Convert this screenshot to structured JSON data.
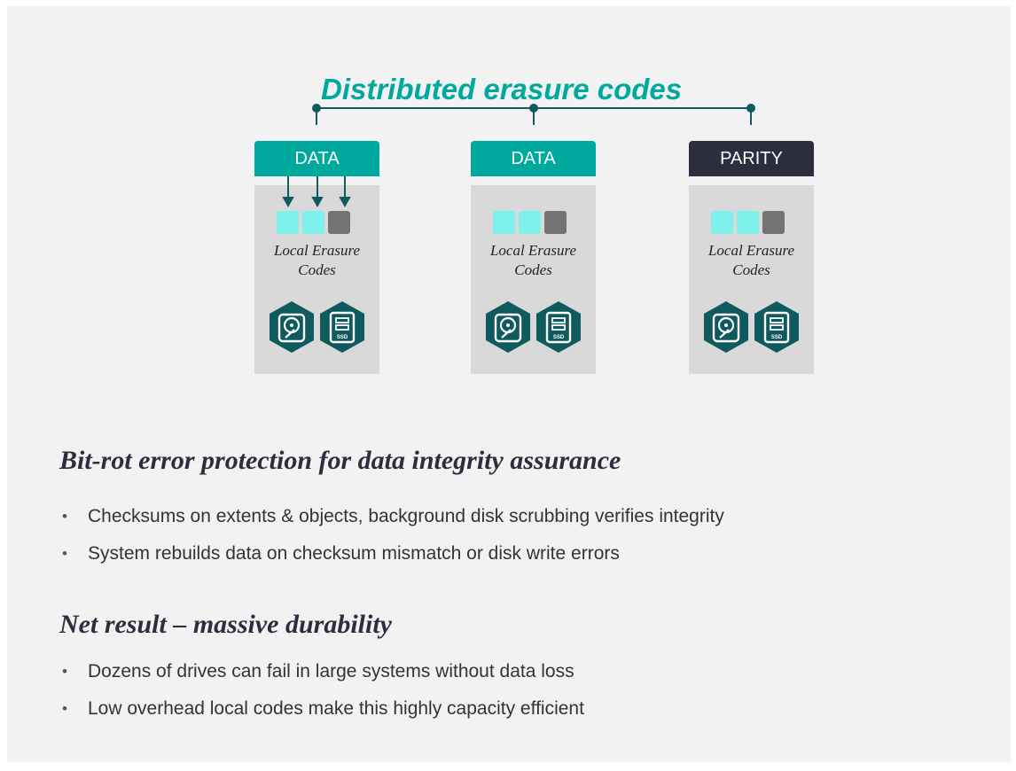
{
  "diagram": {
    "title": "Distributed erasure codes",
    "colors": {
      "accent": "#00a99d",
      "dark": "#2d2e3d",
      "data_chunk": "#7ff1ec",
      "parity_chunk": "#737373",
      "block_bg": "#d9d9d9"
    },
    "nodes": [
      {
        "label": "DATA",
        "kind": "data",
        "caption_line1": "Local Erasure",
        "caption_line2": "Codes",
        "chunks": [
          "data",
          "data",
          "parity"
        ],
        "arrows": true,
        "icons": [
          "hard-drive-icon",
          "ssd-icon"
        ],
        "ssd_text": "SSD"
      },
      {
        "label": "DATA",
        "kind": "data",
        "caption_line1": "Local Erasure",
        "caption_line2": "Codes",
        "chunks": [
          "data",
          "data",
          "parity"
        ],
        "arrows": false,
        "icons": [
          "hard-drive-icon",
          "ssd-icon"
        ],
        "ssd_text": "SSD"
      },
      {
        "label": "PARITY",
        "kind": "parity",
        "caption_line1": "Local Erasure",
        "caption_line2": "Codes",
        "chunks": [
          "data",
          "data",
          "parity"
        ],
        "arrows": false,
        "icons": [
          "hard-drive-icon",
          "ssd-icon"
        ],
        "ssd_text": "SSD"
      }
    ]
  },
  "sections": [
    {
      "heading": "Bit-rot error protection for data integrity assurance",
      "bullets": [
        "Checksums on extents & objects, background disk scrubbing verifies integrity",
        "System rebuilds data on checksum mismatch or disk write errors"
      ]
    },
    {
      "heading": "Net result – massive durability",
      "bullets": [
        "Dozens of drives can fail in large systems without data loss",
        "Low overhead local codes make this highly capacity efficient"
      ]
    }
  ]
}
